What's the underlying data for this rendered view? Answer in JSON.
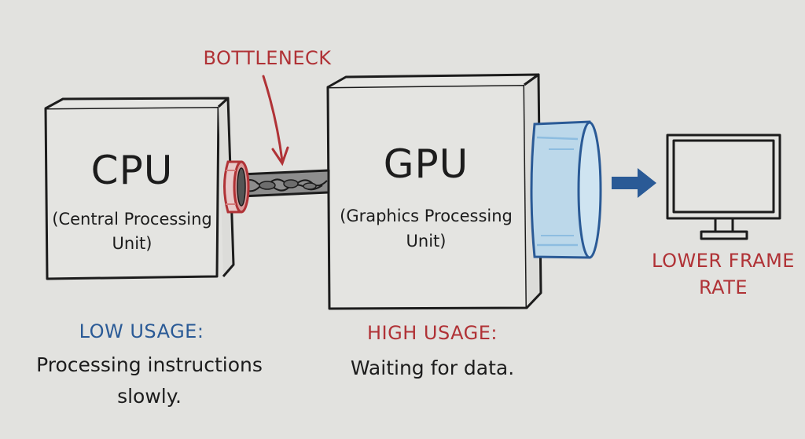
{
  "colors": {
    "background": "#e2e2df",
    "ink": "#1c1c1c",
    "red": "#b03236",
    "blue": "#2a5a96",
    "lens_blue": "#bcd8ea",
    "pipe_gray": "#8d8d8d"
  },
  "bottleneck": {
    "label": "BOTTLENECK"
  },
  "cpu": {
    "title": "CPU",
    "subtitle_line1": "(Central Processing",
    "subtitle_line2": "Unit)",
    "usage_label": "LOW USAGE:",
    "usage_desc_line1": "Processing instructions",
    "usage_desc_line2": "slowly."
  },
  "gpu": {
    "title": "GPU",
    "subtitle_line1": "(Graphics Processing",
    "subtitle_line2": "Unit)",
    "usage_label": "HIGH USAGE:",
    "usage_desc_line1": "Waiting for data."
  },
  "output": {
    "label_line1": "LOWER FRAME",
    "label_line2": "RATE"
  },
  "icons": [
    "cpu-box",
    "gpu-box",
    "clogged-pipe",
    "red-ring-connector",
    "blue-lens-output",
    "right-arrow-icon",
    "monitor-icon"
  ]
}
